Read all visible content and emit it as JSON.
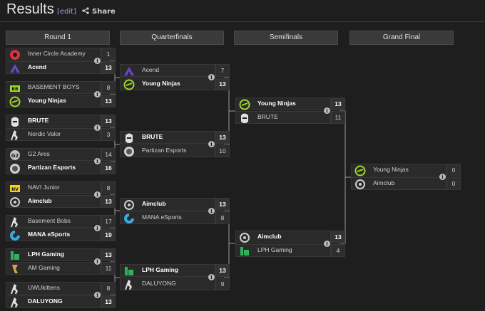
{
  "header": {
    "title": "Results",
    "edit": "[edit]",
    "share": "Share"
  },
  "rounds": [
    "Round 1",
    "Quarterfinals",
    "Semifinals",
    "Grand Final"
  ],
  "info_glyph": "i",
  "matches": [
    {
      "t1": "Inner Circle Academy",
      "s1": "1",
      "t2": "Acend",
      "s2": "13",
      "w": 2
    },
    {
      "t1": "BASEMENT BOYS",
      "s1": "8",
      "t2": "Young Ninjas",
      "s2": "13",
      "w": 2
    },
    {
      "t1": "BRUTE",
      "s1": "13",
      "t2": "Nordic Valor",
      "s2": "3",
      "w": 1
    },
    {
      "t1": "G2 Ares",
      "s1": "14",
      "t2": "Partizan Esports",
      "s2": "16",
      "w": 2
    },
    {
      "t1": "NAVI Junior",
      "s1": "8",
      "t2": "Aimclub",
      "s2": "13",
      "w": 2
    },
    {
      "t1": "Basement Bobs",
      "s1": "17",
      "t2": "MANA eSports",
      "s2": "19",
      "w": 2
    },
    {
      "t1": "LPH Gaming",
      "s1": "13",
      "t2": "AM Gaming",
      "s2": "11",
      "w": 1
    },
    {
      "t1": "UWUkittens",
      "s1": "8",
      "t2": "DALUYONG",
      "s2": "13",
      "w": 2
    },
    {
      "t1": "Acend",
      "s1": "7",
      "t2": "Young Ninjas",
      "s2": "13",
      "w": 2
    },
    {
      "t1": "BRUTE",
      "s1": "13",
      "t2": "Partizan Esports",
      "s2": "10",
      "w": 1
    },
    {
      "t1": "Aimclub",
      "s1": "13",
      "t2": "MANA eSports",
      "s2": "8",
      "w": 1
    },
    {
      "t1": "LPH Gaming",
      "s1": "13",
      "t2": "DALUYONG",
      "s2": "9",
      "w": 1
    },
    {
      "t1": "Young Ninjas",
      "s1": "13",
      "t2": "BRUTE",
      "s2": "11",
      "w": 1
    },
    {
      "t1": "Aimclub",
      "s1": "13",
      "t2": "LPH Gaming",
      "s2": "4",
      "w": 1
    },
    {
      "t1": "Young Ninjas",
      "s1": "0",
      "t2": "Aimclub",
      "s2": "0",
      "w": 0
    }
  ],
  "logos": {
    "Inner Circle Academy": "inner-circle-logo",
    "Acend": "acend-logo",
    "BASEMENT BOYS": "basement-boys-logo",
    "Young Ninjas": "young-ninjas-logo",
    "BRUTE": "brute-logo",
    "Nordic Valor": "counter-strike-logo",
    "G2 Ares": "g2-logo",
    "Partizan Esports": "partizan-logo",
    "NAVI Junior": "navi-logo",
    "Aimclub": "aimclub-logo",
    "Basement Bobs": "counter-strike-logo",
    "MANA eSports": "mana-logo",
    "LPH Gaming": "lph-logo",
    "AM Gaming": "am-gaming-logo",
    "UWUkittens": "counter-strike-logo",
    "DALUYONG": "counter-strike-logo"
  },
  "colors": {
    "background": "#1e1e1e",
    "row": "#2a2a2a",
    "header_bg": "#3a3a3a",
    "line": "#9a9a9a",
    "ninja_green": "#9fd82a"
  }
}
